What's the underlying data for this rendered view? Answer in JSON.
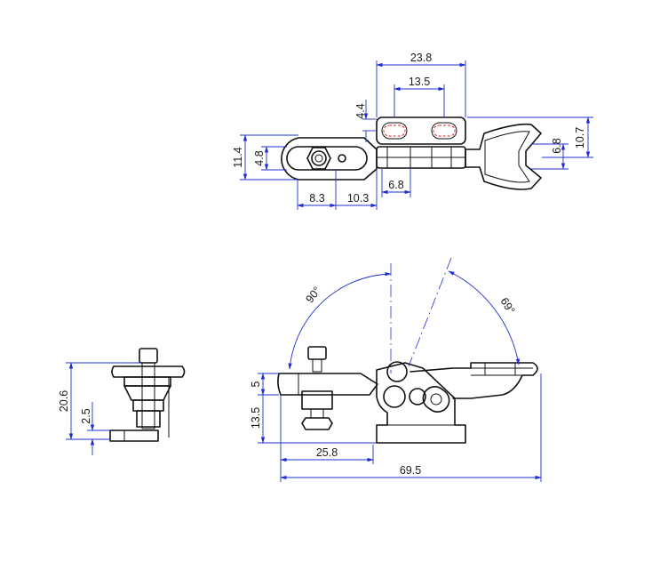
{
  "dimensions": {
    "top_view": {
      "overall_width": "23.8",
      "hole_spacing": "13.5",
      "hole_offset": "4.4",
      "body_height_left": "11.4",
      "slot_height_left": "4.8",
      "handle_inner": "6.8",
      "handle_outer": "10.7",
      "slot_left": "8.3",
      "slot_right": "10.3",
      "base_width": "6.8"
    },
    "side_view": {
      "height": "20.6",
      "foot": "2.5"
    },
    "front_view": {
      "open_angle": "90°",
      "handle_angle": "69°",
      "arm_thickness": "5",
      "base_height": "13.5",
      "spindle_reach": "25.8",
      "overall_length": "69.5"
    }
  },
  "colors": {
    "object": "#111111",
    "dimension": "#1f2fd0",
    "hole_marks": "#d8282a"
  }
}
